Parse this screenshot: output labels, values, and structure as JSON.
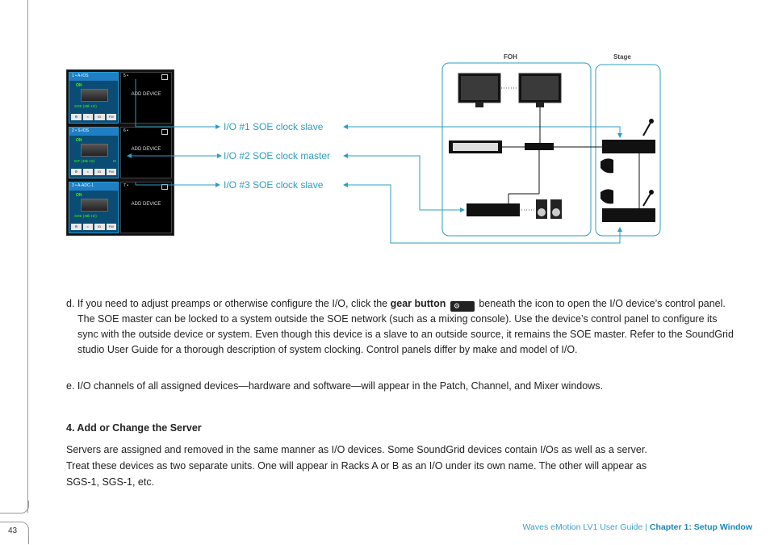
{
  "page_number": "43",
  "footer": {
    "guide": "Waves eMotion LV1 User Guide",
    "separator": "|",
    "chapter": "Chapter 1: Setup Window"
  },
  "diagram": {
    "foh_label": "FOH",
    "stage_label": "Stage",
    "io_labels": [
      "I/O #1 SOE clock slave",
      "I/O #2 SOE clock master",
      "I/O #3 SOE clock slave"
    ],
    "colors": {
      "accent": "#2e9dbf",
      "panel_blue": "#1f7fc4",
      "status_green": "#39ff14"
    }
  },
  "device_panel": {
    "slots": [
      {
        "name": "1 • A-IOS",
        "status": "ON",
        "clock": "SOE (48k Hz)",
        "m": "",
        "right_num": "5 •",
        "add": "ADD DEVICE"
      },
      {
        "name": "2 • S-IOS",
        "status": "ON",
        "clock": "INT (48k Hz)",
        "m": "M",
        "right_num": "6 •",
        "add": "ADD DEVICE"
      },
      {
        "name": "3 • A-ADC-1",
        "status": "ON",
        "clock": "SOE (48k Hz)",
        "m": "",
        "right_num": "7 •",
        "add": "ADD DEVICE"
      }
    ],
    "buttons": [
      "⚙",
      "<",
      "ID",
      "FW"
    ]
  },
  "body": {
    "para_d_prefix": "d. If you need to adjust preamps or otherwise configure the I/O, click the",
    "gear_label": "gear button",
    "para_d_rest": "beneath the icon to open the I/O device’s control panel. The SOE master can be locked to a system outside the SOE network (such as a mixing console). Use the device’s control panel to configure its sync with the outside device or system. Even though this device is a slave to an outside source, it remains the SOE master. Refer to the SoundGrid studio User Guide for a thorough description of system clocking. Control panels differ by make and model of I/O.",
    "para_e": "e.  I/O channels of all assigned devices—hardware and software—will appear in the Patch, Channel, and Mixer windows.",
    "heading": "4. Add or Change the Server",
    "servers_line1": "Servers are assigned and removed in the same manner as I/O devices. Some SoundGrid devices contain I/Os as well as a server.",
    "servers_line2": "Treat these devices as two separate units. One will appear in Racks A or B as an I/O under its own name. The other will appear as",
    "servers_line3": "SGS-1, SGS-1, etc."
  }
}
